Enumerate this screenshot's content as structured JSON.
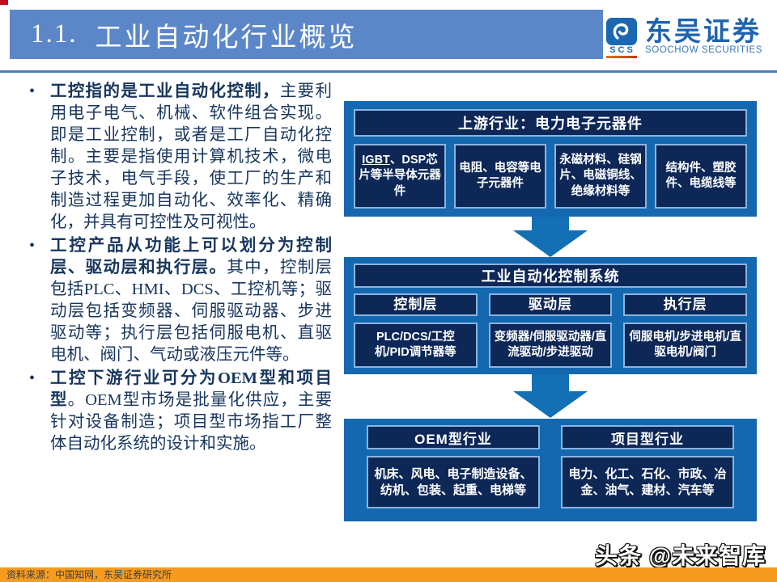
{
  "header": {
    "title_number": "1.1.",
    "title_text": "工业自动化行业概览",
    "banner_color": "#5b87c9",
    "rule_color": "#4a7dbb"
  },
  "logo": {
    "cn_name": "东吴证券",
    "en_name": "SOOCHOW SECURITIES",
    "mark_label": "SCS",
    "brand_color": "#1e63ae",
    "underline_color": "#e2701f",
    "mark_icon": "scs-swirl-icon"
  },
  "bullet_marker": "•",
  "bullets": [
    {
      "lead": "工控指的是工业自动化控制，",
      "rest": "主要利用电子电气、机械、软件组合实现。即是工业控制，或者是工厂自动化控制。主要是指使用计算机技术，微电子技术，电气手段，使工厂的生产和制造过程更加自动化、效率化、精确化，并具有可控性及可视性。"
    },
    {
      "lead": "工控产品从功能上可以划分为控制层、驱动层和执行层。",
      "rest": "其中，控制层包括PLC、HMI、DCS、工控机等；驱动层包括变频器、伺服驱动器、步进驱动等；执行层包括伺服电机、直驱电机、阀门、气动或液压元件等。"
    },
    {
      "lead": "工控下游行业可分为OEM型和项目型",
      "rest": "。OEM型市场是批量化供应，主要针对设备制造；项目型市场指工厂整体自动化系统的设计和实施。"
    }
  ],
  "diagram": {
    "container_color": "#1368af",
    "box_fill": "#0d2757",
    "box_border": "#8ab4e0",
    "arrow_color": "#1470b5",
    "upstream": {
      "header": "上游行业：电力电子元器件",
      "items": [
        {
          "underline": "IGBT",
          "text": "、DSP芯片等半导体元器件"
        },
        {
          "underline": "",
          "text": "电阻、电容等电子元器件"
        },
        {
          "underline": "",
          "text": "永磁材料、硅钢片、电磁铜线、绝缘材料等"
        },
        {
          "underline": "",
          "text": "结构件、塑胶件、电缆线等"
        }
      ]
    },
    "system": {
      "header": "工业自动化控制系统",
      "layers": [
        {
          "label": "控制层",
          "detail": "PLC/DCS/工控机/PID调节器等"
        },
        {
          "label": "驱动层",
          "detail": "变频器/伺服驱动器/直流驱动/步进驱动"
        },
        {
          "label": "执行层",
          "detail": "伺服电机/步进电机/直驱电机/阀门"
        }
      ]
    },
    "downstream": {
      "columns": [
        {
          "header": "OEM型行业",
          "detail": "机床、风电、电子制造设备、纺机、包装、起重、电梯等"
        },
        {
          "header": "项目型行业",
          "detail": "电力、化工、石化、市政、冶金、油气、建材、汽车等"
        }
      ]
    }
  },
  "footer": {
    "watermark": "头条 @未来智库",
    "source": "资料来源：中国知网，东吴证券研究所",
    "bar_color": "#f79b1e"
  }
}
